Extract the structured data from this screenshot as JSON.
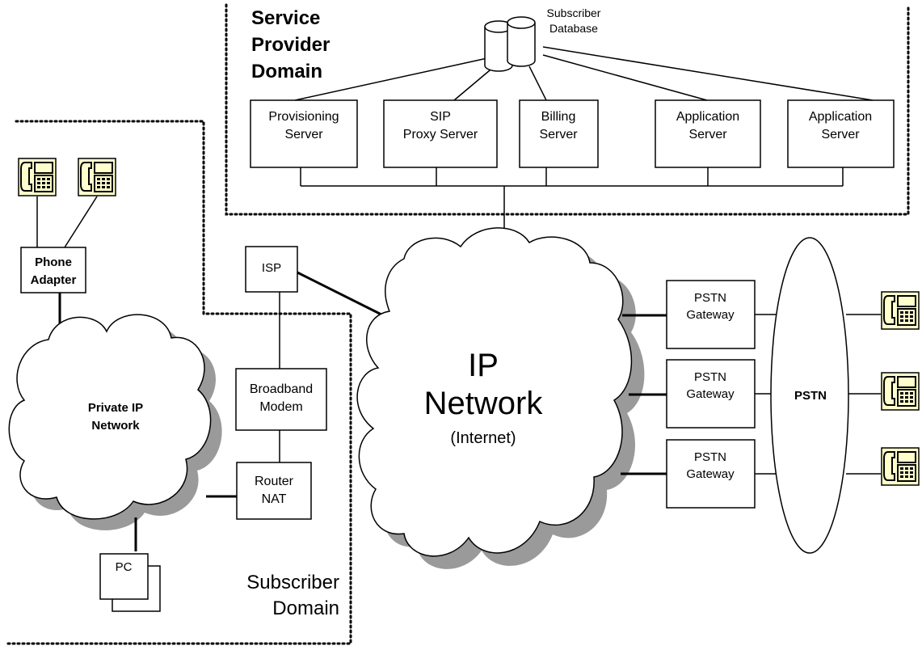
{
  "service_domain": {
    "line1": "Service",
    "line2": "Provider",
    "line3": "Domain"
  },
  "subscriber_database": {
    "line1": "Subscriber",
    "line2": "Database"
  },
  "servers": [
    {
      "line1": "Provisioning",
      "line2": "Server"
    },
    {
      "line1": "SIP",
      "line2": "Proxy Server"
    },
    {
      "line1": "Billing",
      "line2": "Server"
    },
    {
      "line1": "Application",
      "line2": "Server"
    },
    {
      "line1": "Application",
      "line2": "Server"
    }
  ],
  "isp": "ISP",
  "phone_adapter": {
    "line1": "Phone",
    "line2": "Adapter"
  },
  "private_network": {
    "line1": "Private IP",
    "line2": "Network"
  },
  "broadband_modem": {
    "line1": "Broadband",
    "line2": "Modem"
  },
  "router": {
    "line1": "Router",
    "line2": "NAT"
  },
  "pc": "PC",
  "subscriber_domain": {
    "line1": "Subscriber",
    "line2": "Domain"
  },
  "ip_network": {
    "line1": "IP",
    "line2": "Network",
    "line3": "(Internet)"
  },
  "gateways": [
    {
      "line1": "PSTN",
      "line2": "Gateway"
    },
    {
      "line1": "PSTN",
      "line2": "Gateway"
    },
    {
      "line1": "PSTN",
      "line2": "Gateway"
    }
  ],
  "pstn": "PSTN",
  "colors": {
    "phone_fill": "#ffffcc",
    "shadow": "#9a9a9a"
  }
}
